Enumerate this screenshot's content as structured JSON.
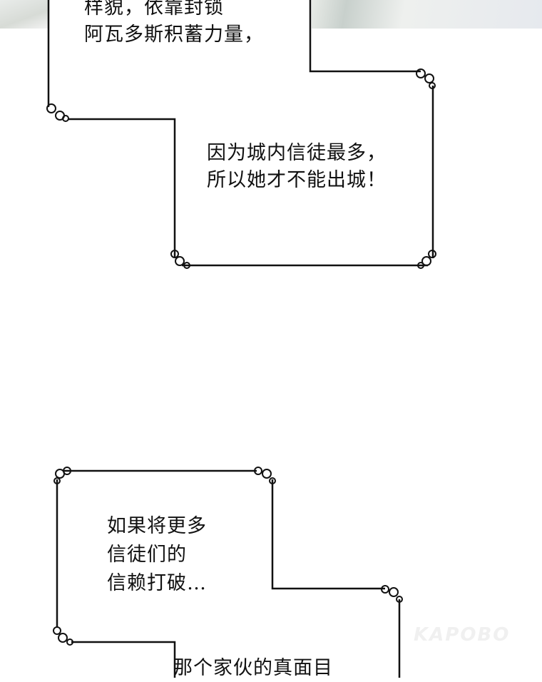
{
  "panel1": {
    "lines": [
      "样貌，依靠封锁",
      "阿瓦多斯积蓄力量，"
    ]
  },
  "panel2": {
    "lines": [
      "因为城内信徒最多，",
      "所以她才不能出城！"
    ]
  },
  "panel3": {
    "lines": [
      "如果将更多",
      "信徒们的",
      "信赖打破…"
    ]
  },
  "panel4": {
    "lines": [
      "那个家伙的真面目"
    ]
  },
  "watermark": "KAPOBO"
}
